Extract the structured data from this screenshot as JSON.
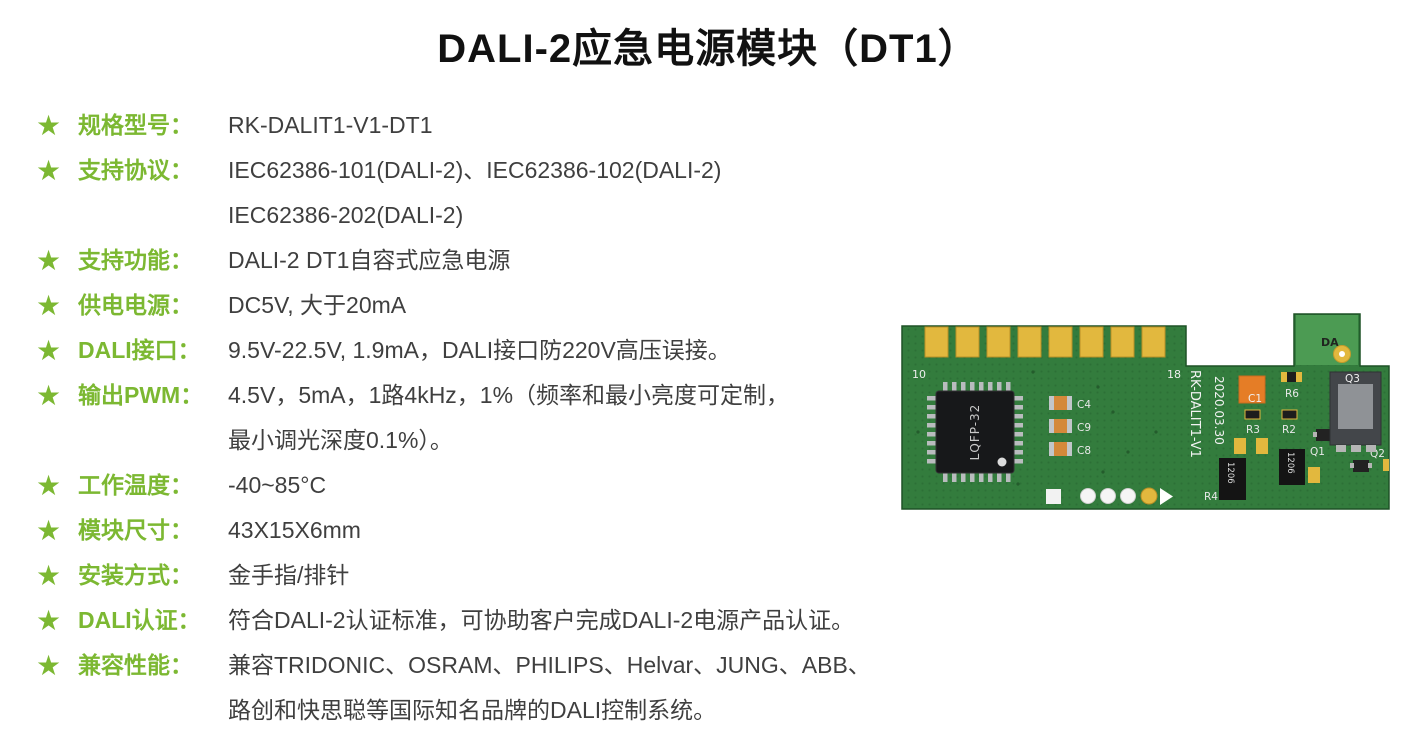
{
  "title": "DALI-2应急电源模块（DT1）",
  "icons": {
    "star": "★"
  },
  "colors": {
    "accent_green": "#7cb832",
    "title_text": "#111111",
    "body_text": "#3f3f3f",
    "pcb_green": "#337c3d",
    "gold": "#e2b83e"
  },
  "specs": [
    {
      "label": "规格型号：",
      "lines": [
        "RK-DALIT1-V1-DT1"
      ]
    },
    {
      "label": "支持协议：",
      "lines": [
        "IEC62386-101(DALI-2)、IEC62386-102(DALI-2)",
        "IEC62386-202(DALI-2)"
      ]
    },
    {
      "label": "支持功能：",
      "lines": [
        "DALI-2 DT1自容式应急电源"
      ]
    },
    {
      "label": "供电电源：",
      "lines": [
        "DC5V, 大于20mA"
      ]
    },
    {
      "label": "DALI接口：",
      "lines": [
        "9.5V-22.5V, 1.9mA，DALI接口防220V高压误接。"
      ]
    },
    {
      "label": "输出PWM：",
      "lines": [
        "4.5V，5mA，1路4kHz，1%（频率和最小亮度可定制，",
        "最小调光深度0.1%）。"
      ]
    },
    {
      "label": "工作温度：",
      "lines": [
        "-40~85°C"
      ]
    },
    {
      "label": "模块尺寸：",
      "lines": [
        "43X15X6mm"
      ]
    },
    {
      "label": "安装方式：",
      "lines": [
        "金手指/排针"
      ]
    },
    {
      "label": "DALI认证：",
      "lines": [
        "符合DALI-2认证标准，可协助客户完成DALI-2电源产品认证。"
      ]
    },
    {
      "label": "兼容性能：",
      "lines": [
        "兼容TRIDONIC、OSRAM、PHILIPS、Helvar、JUNG、ABB、",
        "路创和快思聪等国际知名品牌的DALI控制系统。"
      ]
    }
  ],
  "pcb": {
    "pin_number_left": "10",
    "pin_number_right": "18",
    "chip_label": "LQFP-32",
    "silkscreen_model": "RK-DALIT1-V1",
    "silkscreen_date": "2020.03.30",
    "pad_label": "DA",
    "ref_c4": "C4",
    "ref_c9": "C9",
    "ref_c8": "C8",
    "ref_c1": "C1",
    "ref_r6": "R6",
    "ref_r3": "R3",
    "ref_r2": "R2",
    "ref_r4": "R4",
    "ref_q1": "Q1",
    "ref_q2": "Q2",
    "ref_q3": "Q3",
    "ref_1206_a": "1206",
    "ref_1206_b": "1206"
  }
}
